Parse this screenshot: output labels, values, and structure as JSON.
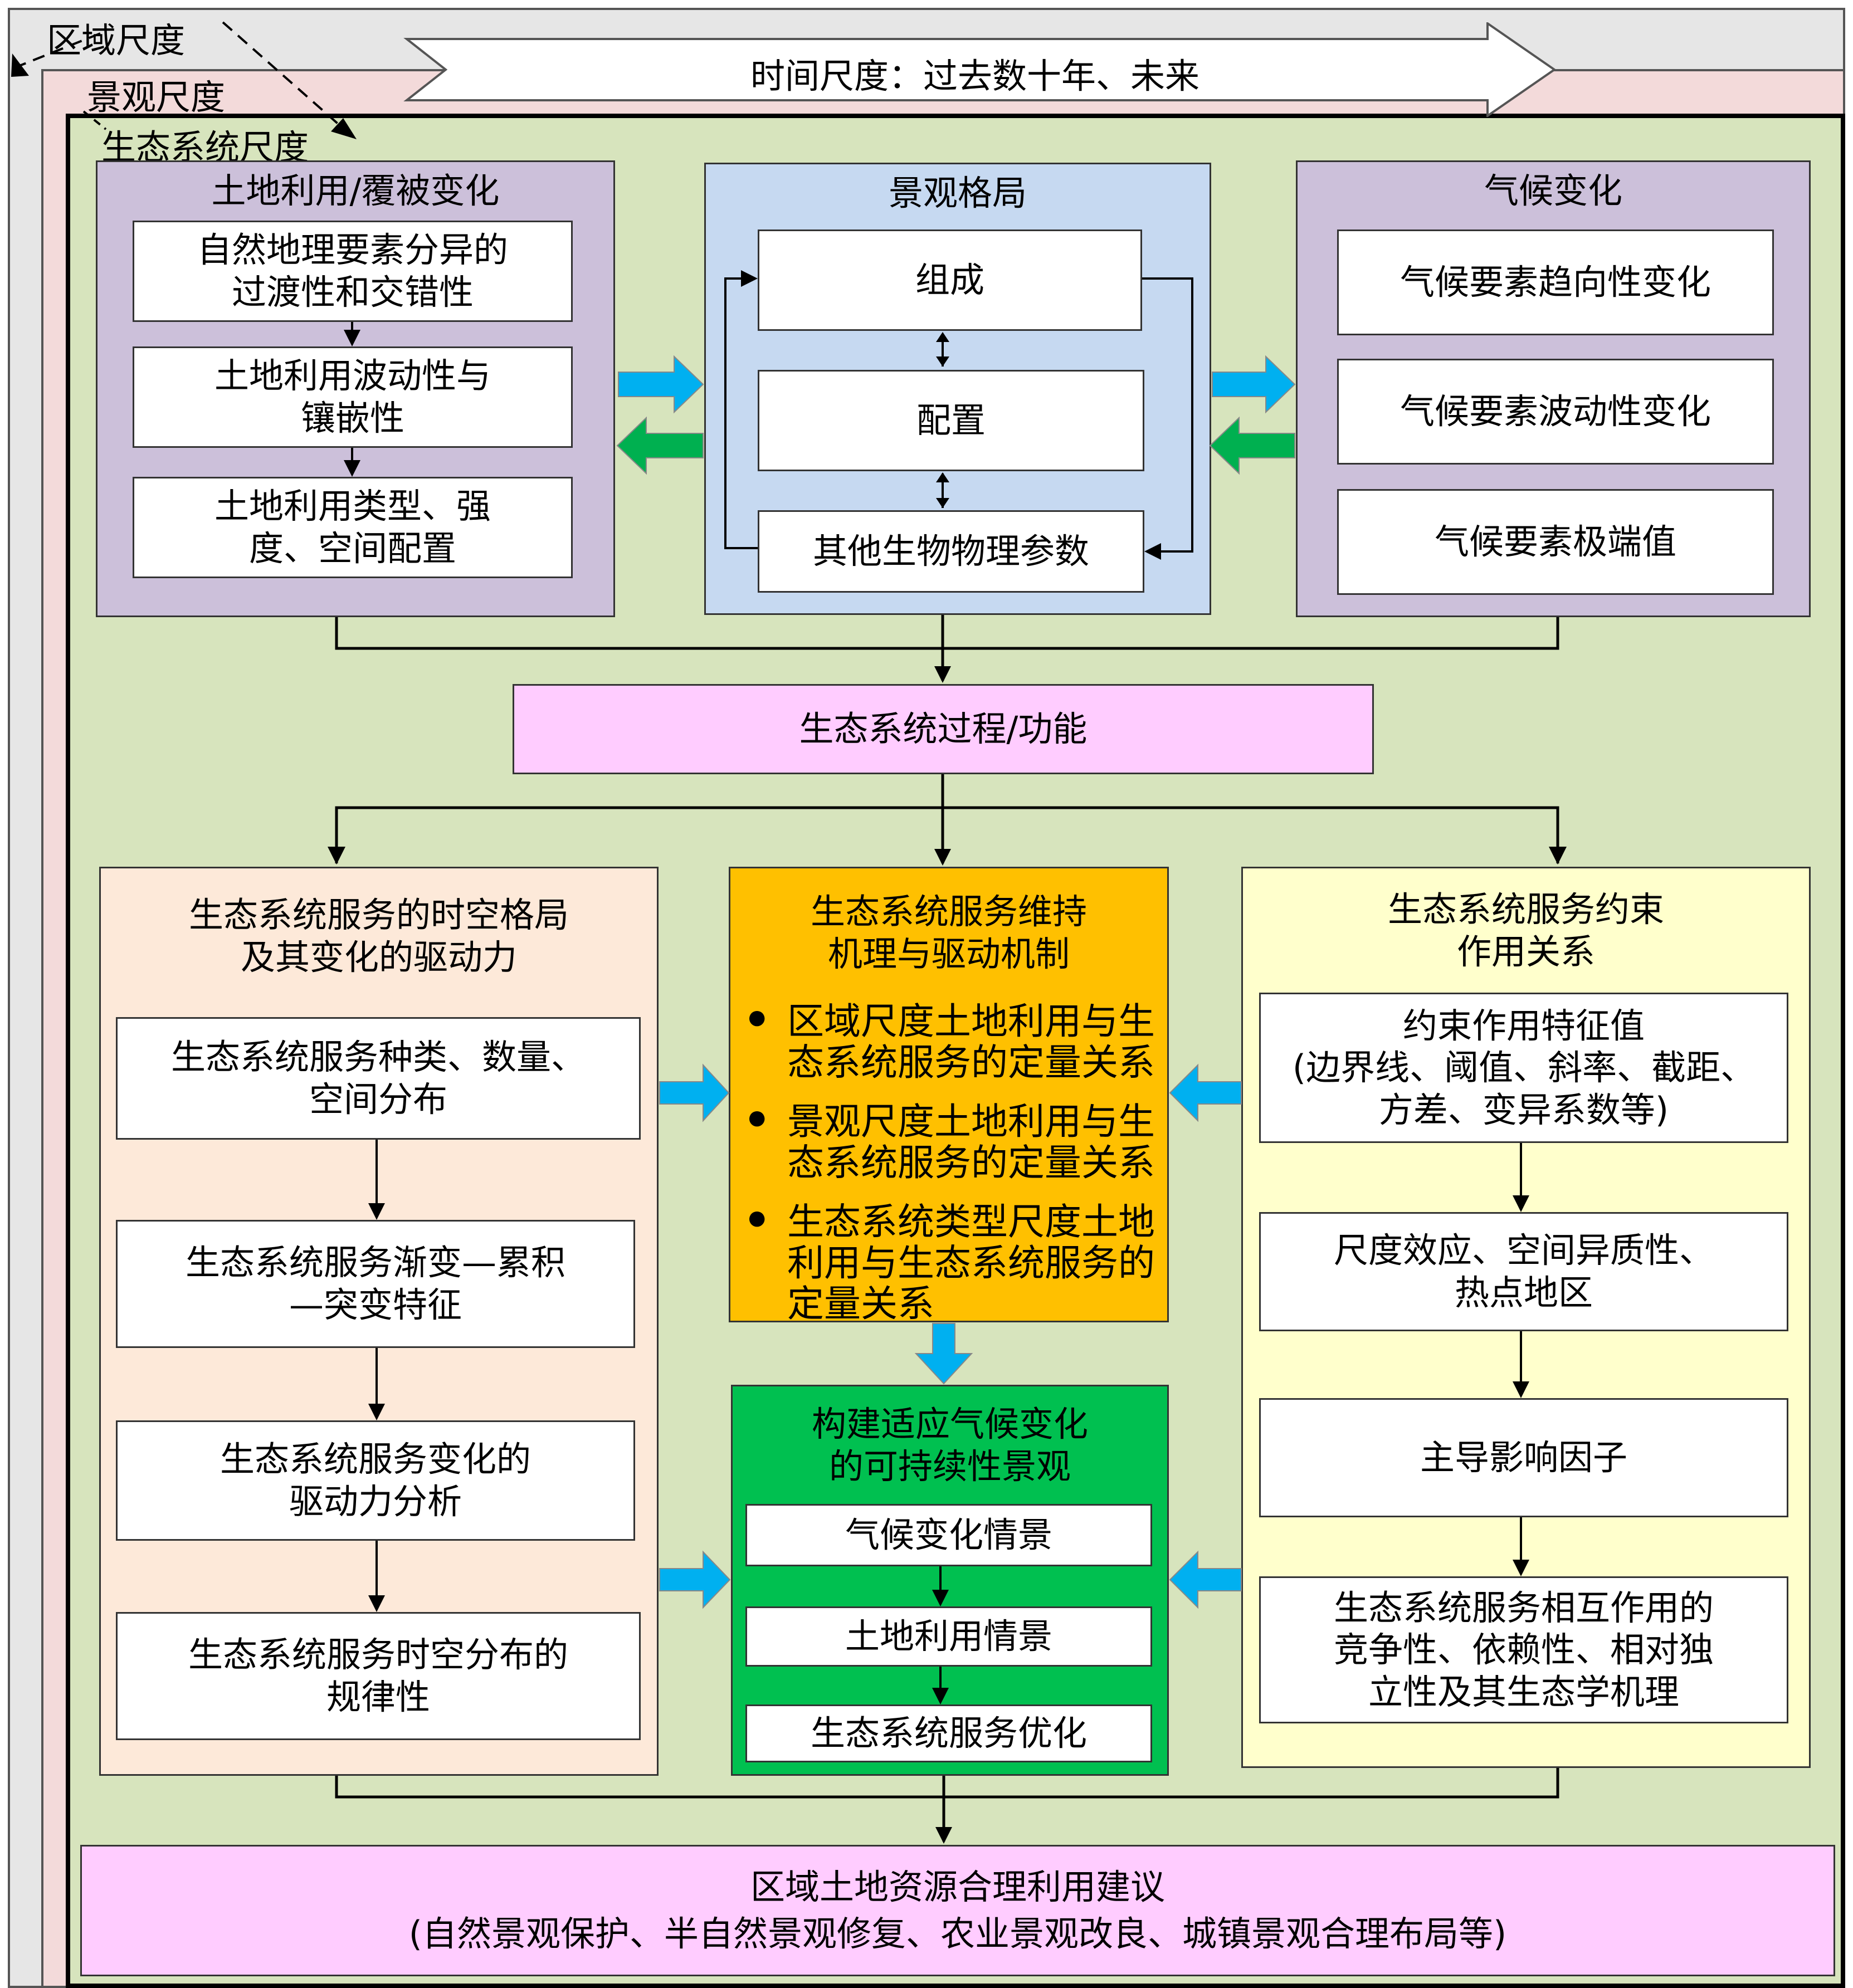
{
  "scales": {
    "regional": "区域尺度",
    "landscape": "景观尺度",
    "ecosystem": "生态系统尺度",
    "time": "时间尺度：过去数十年、未来"
  },
  "colors": {
    "regional_bg": "#e6e6e6",
    "landscape_bg": "#f3dada",
    "ecosystem_bg": "#d7e4bd",
    "purple_panel": "#ccc0da",
    "blue_panel": "#c6d9f1",
    "pink_box": "#ffccff",
    "peach_panel": "#fde9d9",
    "orange_panel": "#ffc000",
    "green_panel": "#00c050",
    "yellow_panel": "#ffffcc",
    "arrow_cyan": "#00b0f0",
    "arrow_green": "#00b050"
  },
  "land_use": {
    "title": "土地利用/覆被变化",
    "items": [
      "自然地理要素分异的\n过渡性和交错性",
      "土地利用波动性与\n镶嵌性",
      "土地利用类型、强\n度、空间配置"
    ]
  },
  "landscape_pattern": {
    "title": "景观格局",
    "items": [
      "组成",
      "配置",
      "其他生物物理参数"
    ]
  },
  "climate_change": {
    "title": "气候变化",
    "items": [
      "气候要素趋向性变化",
      "气候要素波动性变化",
      "气候要素极端值"
    ]
  },
  "ecosystem_process": "生态系统过程/功能",
  "spatiotemporal": {
    "title": "生态系统服务的时空格局\n及其变化的驱动力",
    "items": [
      "生态系统服务种类、数量、\n空间分布",
      "生态系统服务渐变—累积\n—突变特征",
      "生态系统服务变化的\n驱动力分析",
      "生态系统服务时空分布的\n规律性"
    ]
  },
  "maintenance": {
    "title": "生态系统服务维持\n机理与驱动机制",
    "bullets": [
      "区域尺度土地利用与生\n态系统服务的定量关系",
      "景观尺度土地利用与生\n态系统服务的定量关系",
      "生态系统类型尺度土地\n利用与生态系统服务的\n定量关系"
    ]
  },
  "constraint": {
    "title": "生态系统服务约束\n作用关系",
    "items": [
      "约束作用特征值\n(边界线、阈值、斜率、截距、\n方差、变异系数等)",
      "尺度效应、空间异质性、\n热点地区",
      "主导影响因子",
      "生态系统服务相互作用的\n竞争性、依赖性、相对独\n立性及其生态学机理"
    ]
  },
  "sustainable": {
    "title": "构建适应气候变化\n的可持续性景观",
    "items": [
      "气候变化情景",
      "土地利用情景",
      "生态系统服务优化"
    ]
  },
  "recommendation": {
    "title": "区域土地资源合理利用建议",
    "subtitle": "(自然景观保护、半自然景观修复、农业景观改良、城镇景观合理布局等)"
  }
}
